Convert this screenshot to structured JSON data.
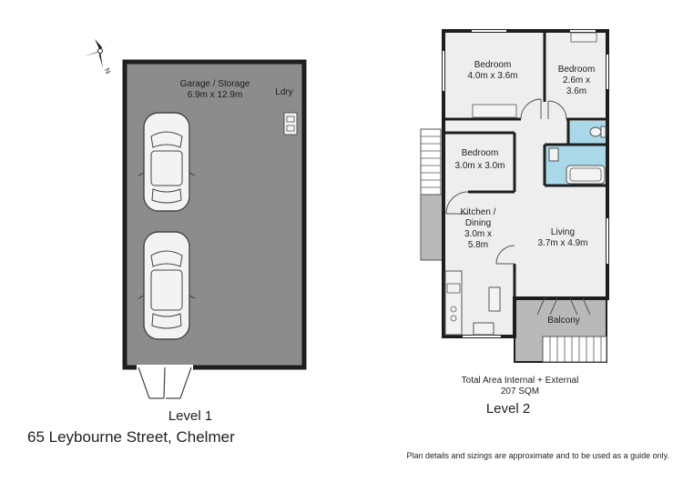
{
  "compass": {
    "letter": "N"
  },
  "level1": {
    "caption": "Level 1",
    "garage": {
      "name": "Garage / Storage",
      "size": "6.9m x 12.9m"
    },
    "laundry": "Ldry"
  },
  "level2": {
    "caption": "Level 2",
    "bedroom1": {
      "name": "Bedroom",
      "size": "4.0m x 3.6m"
    },
    "bedroom2": {
      "name": "Bedroom",
      "size_line1": "2.6m x",
      "size_line2": "3.6m"
    },
    "bedroom3": {
      "name": "Bedroom",
      "size": "3.0m x 3.0m"
    },
    "kitchen": {
      "name_line1": "Kitchen /",
      "name_line2": "Dining",
      "size_line1": "3.0m x",
      "size_line2": "5.8m"
    },
    "living": {
      "name": "Living",
      "size": "3.7m x 4.9m"
    },
    "balcony": "Balcony"
  },
  "total_area": {
    "line1": "Total Area Internal + External",
    "line2": "207 SQM"
  },
  "address": "65 Leybourne Street, Chelmer",
  "disclaimer": "Plan details and sizings are approximate and to be used as a guide only.",
  "colors": {
    "wall": "#1e1e1e",
    "garage_floor": "#8c8c8c",
    "interior_floor": "#eeeeee",
    "wet_area": "#a9d9e8",
    "exterior_grey": "#b9b9b9",
    "car_fill": "#f3f3f3"
  }
}
